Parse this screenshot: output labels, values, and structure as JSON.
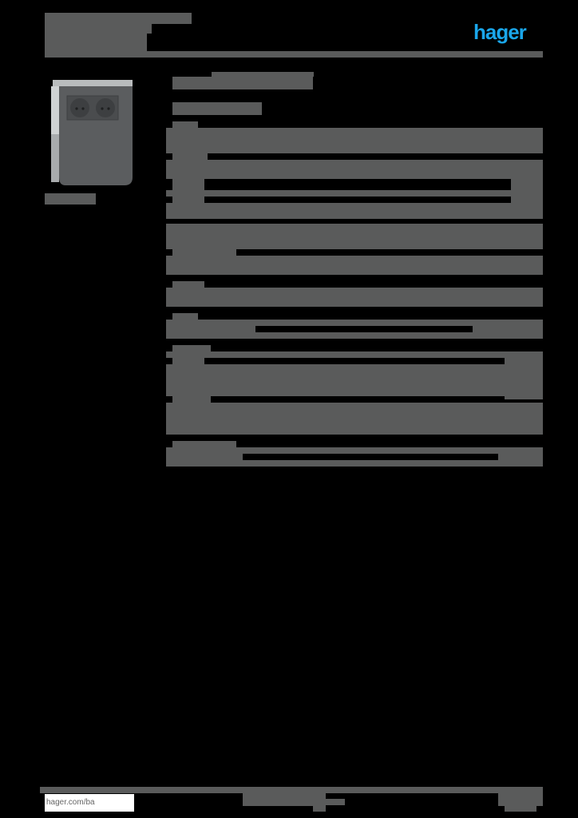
{
  "header": {
    "title_line1": "",
    "title_line2": "",
    "title_line3": "",
    "logo_text": "hager",
    "logo_color": "#1aa6ea"
  },
  "product": {
    "image_alt": "surface-mounted double socket outlet, grey",
    "image_caption": ""
  },
  "content": {
    "heading": "",
    "subheading": "",
    "sections": [
      {
        "label": "",
        "rows": [
          "",
          "",
          "",
          "",
          ""
        ]
      },
      {
        "label": "",
        "rows": [
          "",
          ""
        ]
      },
      {
        "label": "",
        "rows": [
          ""
        ]
      },
      {
        "label": "",
        "rows": [
          ""
        ]
      },
      {
        "label": "",
        "rows": [
          "",
          "",
          ""
        ]
      },
      {
        "label": "",
        "rows": [
          ""
        ]
      }
    ]
  },
  "footer": {
    "url": "hager.com/ba",
    "center_text": "",
    "page_info": ""
  },
  "colors": {
    "background": "#000000",
    "redacted_text": "#5a5b5b",
    "brand": "#1aa6ea"
  }
}
